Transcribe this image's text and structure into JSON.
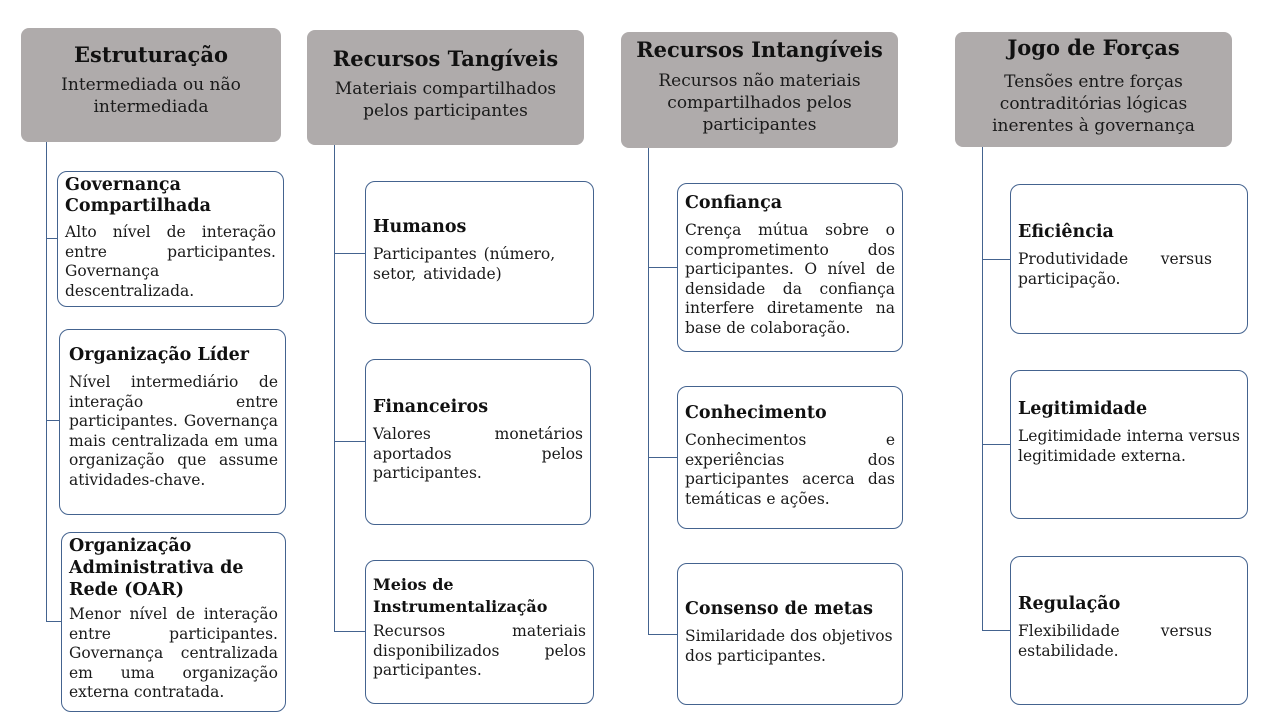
{
  "columns": [
    {
      "title": "Estruturação",
      "subtitle": "Intermediada ou não intermediada",
      "items": [
        {
          "title": "Governança Compartilhada",
          "desc": "Alto nível de interação entre participantes. Governança descentralizada."
        },
        {
          "title": "Organização Líder",
          "desc": "Nível intermediário de interação entre participantes. Governança mais centralizada em uma organização que assume atividades-chave."
        },
        {
          "title": "Organização Administrativa de Rede (OAR)",
          "desc": "Menor nível de interação entre participantes. Governança centralizada em uma organização externa contratada."
        }
      ]
    },
    {
      "title": "Recursos Tangíveis",
      "subtitle": "Materiais compartilhados pelos participantes",
      "items": [
        {
          "title": "Humanos",
          "desc": "Participantes (número, setor, atividade)"
        },
        {
          "title": "Financeiros",
          "desc": "Valores monetários aportados pelos participantes."
        },
        {
          "title": "Meios de Instrumentalização",
          "desc": "Recursos materiais disponibilizados pelos participantes."
        }
      ]
    },
    {
      "title": "Recursos Intangíveis",
      "subtitle": "Recursos não materiais compartilhados pelos participantes",
      "items": [
        {
          "title": "Confiança",
          "desc": "Crença mútua sobre o comprometimento dos participantes. O nível de densidade da confiança interfere diretamente na base de colaboração."
        },
        {
          "title": "Conhecimento",
          "desc": "Conhecimentos e experiências dos participantes acerca das temáticas e ações."
        },
        {
          "title": "Consenso de metas",
          "desc": "Similaridade dos objetivos dos participantes."
        }
      ]
    },
    {
      "title": "Jogo de Forças",
      "subtitle": "Tensões entre forças contraditórias lógicas inerentes à governança",
      "items": [
        {
          "title": "Eficiência",
          "desc": "Produtividade versus participação."
        },
        {
          "title": "Legitimidade",
          "desc": "Legitimidade interna versus legitimidade externa."
        },
        {
          "title": "Regulação",
          "desc": "Flexibilidade versus estabilidade."
        }
      ]
    }
  ]
}
